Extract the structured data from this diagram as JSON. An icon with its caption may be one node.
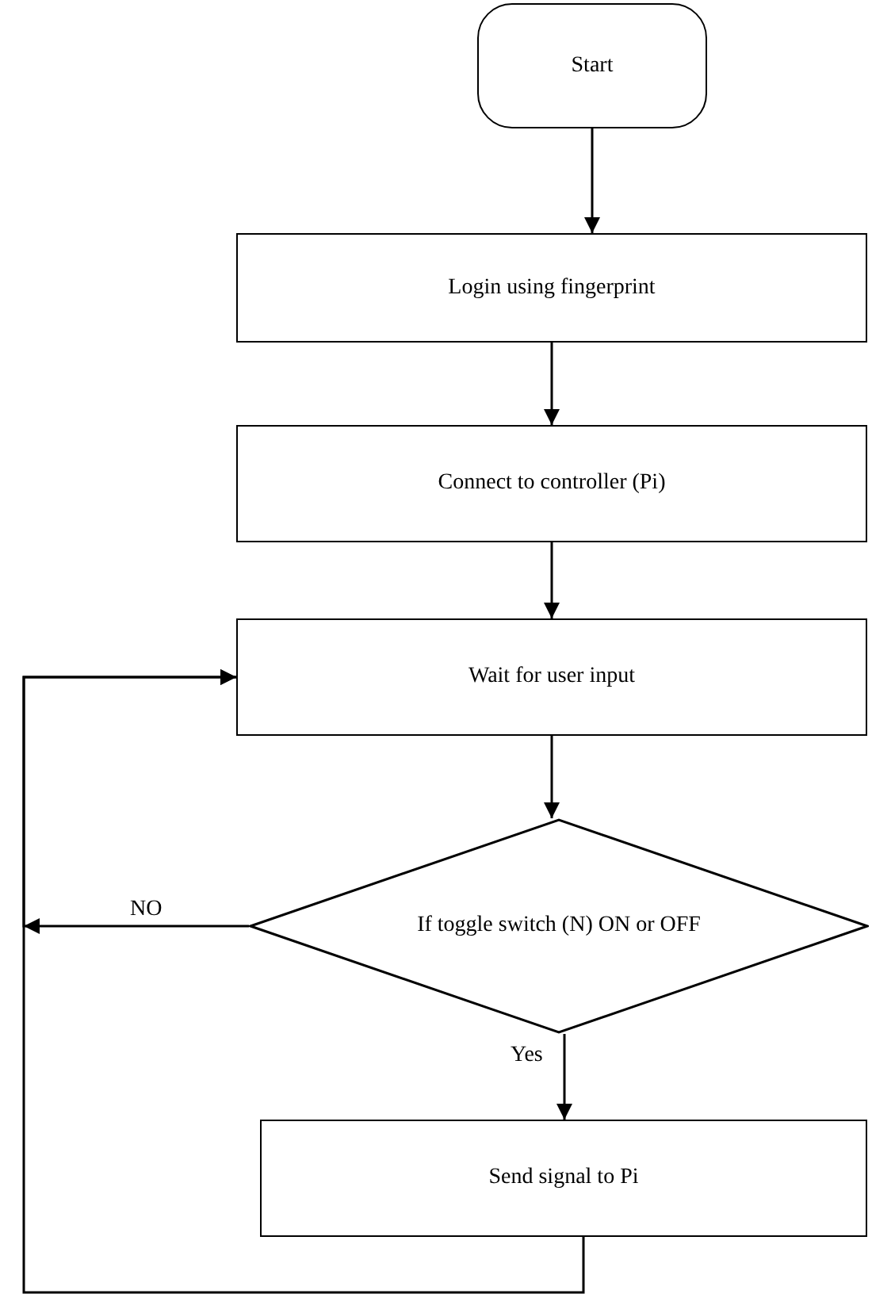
{
  "diagram": {
    "nodes": [
      {
        "text": [
          "Start"
        ]
      },
      {
        "text": [
          "Login using fingerprint"
        ]
      },
      {
        "text": [
          "Connect to controller (Pi)"
        ]
      },
      {
        "text": [
          "Wait for user input"
        ]
      },
      {
        "text": [
          "If toggle switch (N) ON or OFF"
        ]
      },
      {
        "text": [
          "Send signal to Pi"
        ]
      }
    ],
    "edges": [
      {
        "from": 0,
        "to": 1,
        "arrow": "to"
      },
      {
        "from": 1,
        "to": 2,
        "arrow": "to"
      },
      {
        "from": 2,
        "to": 3,
        "arrow": "to"
      },
      {
        "from": 3,
        "to": 4,
        "arrow": "to"
      },
      {
        "from": 4,
        "to": 5,
        "arrow": "to",
        "label": "Yes"
      },
      {
        "from": 4,
        "to": 3,
        "arrow": "to",
        "label": "NO"
      },
      {
        "from": 5,
        "to": 3,
        "arrow": "to"
      }
    ]
  }
}
